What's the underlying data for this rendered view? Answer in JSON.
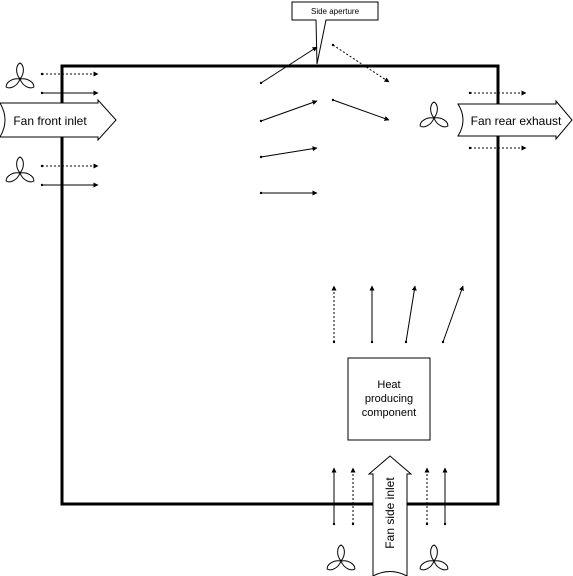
{
  "labels": {
    "side_aperture": "Side aperture",
    "front_inlet": "Fan front inlet",
    "rear_exhaust": "Fan rear exhaust",
    "side_inlet": "Fan side inlet",
    "component_line1": "Heat",
    "component_line2": "producing",
    "component_line3": "component"
  },
  "icons": {
    "fan": "fan-icon",
    "arrow": "airflow-arrow-icon"
  },
  "colors": {
    "stroke": "#000000",
    "background": "#ffffff"
  }
}
